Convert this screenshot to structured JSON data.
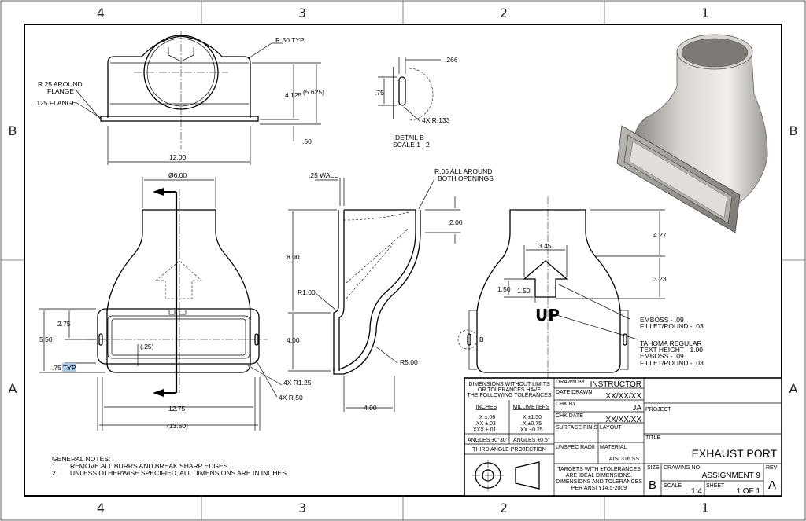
{
  "zones": {
    "columns": [
      "4",
      "3",
      "2",
      "1"
    ],
    "rows": [
      "B",
      "A"
    ]
  },
  "top_view": {
    "r50_typ": "R.50 TYP.",
    "r25_around": "R.25 AROUND",
    "flange": "FLANGE",
    "flange_125": ".125 FLANGE",
    "dim_4125": "4.125",
    "dim_5625": "(5.625)",
    "dim_50": ".50",
    "dim_1200": "12.00"
  },
  "detail_b": {
    "dim_266": ".266",
    "dim_75": ".75",
    "radius": "4X R.133",
    "title": "DETAIL B",
    "scale": "SCALE 1 : 2"
  },
  "front_view": {
    "diameter": "Ø6.00",
    "dim_275": "2.75",
    "dim_550": "5.50",
    "dim_25": "(.25)",
    "dim_75": ".75",
    "typ": "TYP",
    "r125": "4X R1.25",
    "r50": "4X R.50",
    "dim_1275": "12.75",
    "dim_1350": "(13.50)"
  },
  "section_view": {
    "wall": ".25 WALL",
    "r06_line1": "R.06 ALL AROUND",
    "r06_line2": "BOTH OPENINGS",
    "dim_200": "2.00",
    "dim_800": "8.00",
    "r100": "R1.00",
    "dim_400v": "4.00",
    "r500": "R5.00",
    "dim_400h": "4.00"
  },
  "side_view": {
    "dim_345": "3.45",
    "dim_427": "4.27",
    "dim_323": "3.23",
    "dim_150a": "1.50",
    "dim_150b": "1.50",
    "emboss_text": "UP",
    "emboss1": "EMBOSS - .09",
    "fillet1": "FILLET/ROUND - .03",
    "tahoma1": "TAHOMA REGULAR",
    "tahoma2": "TEXT HEIGHT - 1.00",
    "emboss2": "EMBOSS - .09",
    "fillet2": "FILLET/ROUND - .03",
    "detail_callout": "B"
  },
  "notes": {
    "heading": "GENERAL NOTES:",
    "n1_num": "1.",
    "n1": "REMOVE ALL BURRS AND BREAK SHARP EDGES",
    "n2_num": "2.",
    "n2": "UNLESS OTHERWISE SPECIFIED, ALL DIMENSIONS ARE IN INCHES"
  },
  "title_block": {
    "tol_line1": "DIMENSIONS WITHOUT LIMITS",
    "tol_line2": "OR TOLERANCES HAVE",
    "tol_line3": "THE FOLLOWING TOLERANCES",
    "inches": "INCHES",
    "millimeters": "MILLIMETERS",
    "in_x": ".X ±.06",
    "in_xx": ".XX ±.03",
    "in_xxx": ".XXX ±.01",
    "mm_x": "X ±1.50",
    "mm_xx": ".X ±0.75",
    "mm_xxx": ".XX ±0.25",
    "angles_in": "ANGLES ±0°30'",
    "angles_mm": "ANGLES ±0.5°",
    "third_angle": "THIRD ANGLE PROJECTION",
    "drawn_by_label": "DRAWN BY",
    "drawn_by": "INSTRUCTOR",
    "date_drawn_label": "DATE DRAWN",
    "date_drawn": "XX/XX/XX",
    "chk_by_label": "CHK BY",
    "chk_by": "JA",
    "chk_date_label": "CHK DATE",
    "chk_date": "XX/XX/XX",
    "surface_finish_label": "SURFACE FINISH",
    "layout_label": "LAYOUT",
    "unspec_radii_label": "UNSPEC RADII",
    "material_label": "MATERIAL",
    "material": "AISI 316 SS",
    "targets1": "TARGETS WITH ±TOLERANCES",
    "targets2": "ARE IDEAL DIMENSIONS.",
    "targets3": "DIMENSIONS AND TOLERANCES",
    "targets4": "PER  ANSI Y14.5-2009",
    "project_label": "PROJECT",
    "title_label": "TITLE",
    "title": "EXHAUST PORT",
    "size_label": "SIZE",
    "size": "B",
    "drawing_no_label": "DRAWING NO",
    "drawing_no": "ASSIGNMENT 9",
    "rev_label": "REV",
    "rev": "A",
    "scale_label": "SCALE",
    "scale": "1:4",
    "sheet_label": "SHEET",
    "sheet": "1 OF 1"
  }
}
